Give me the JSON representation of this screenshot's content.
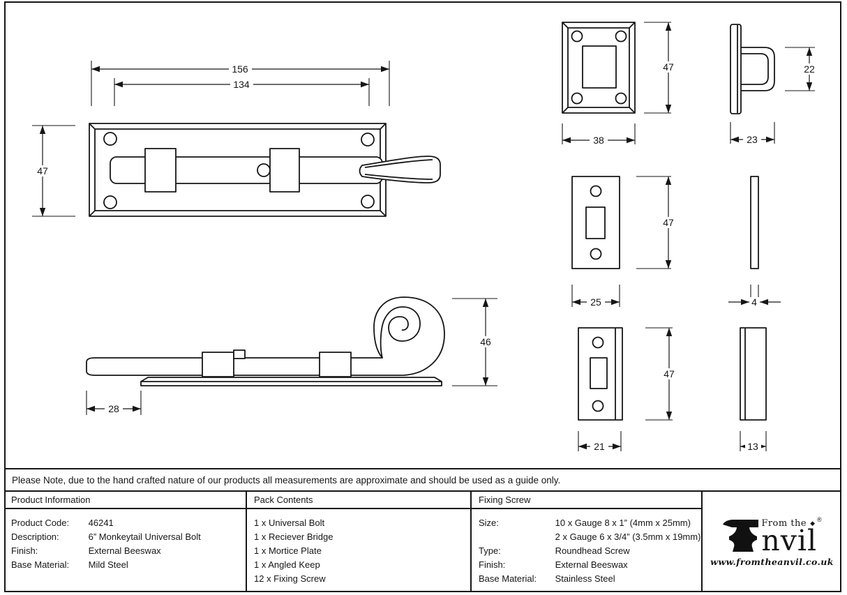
{
  "note": "Please Note, due to the hand crafted nature of our products all measurements are approximate and should be used as a guide only.",
  "table": {
    "product_information": {
      "header": "Product Information",
      "rows": [
        {
          "label": "Product Code:",
          "value": "46241"
        },
        {
          "label": "Description:",
          "value": "6” Monkeytail Universal Bolt"
        },
        {
          "label": "Finish:",
          "value": "External Beeswax"
        },
        {
          "label": "Base Material:",
          "value": "Mild Steel"
        }
      ]
    },
    "pack_contents": {
      "header": "Pack Contents",
      "items": [
        "1 x Universal Bolt",
        "1 x Reciever Bridge",
        "1 x Mortice Plate",
        "1 x Angled Keep",
        "12 x Fixing Screw"
      ]
    },
    "fixing_screw": {
      "header": "Fixing Screw",
      "rows": [
        {
          "label": "Size:",
          "value": "10 x Gauge 8 x 1” (4mm x 25mm)"
        },
        {
          "label": "",
          "value": "2 x Gauge 6 x 3/4” (3.5mm x 19mm)"
        },
        {
          "label": "Type:",
          "value": "Roundhead Screw"
        },
        {
          "label": "Finish:",
          "value": "External Beeswax"
        },
        {
          "label": "Base Material:",
          "value": "Stainless Steel"
        }
      ]
    }
  },
  "logo": {
    "from_the": "From the",
    "diamond": "◆",
    "registered": "®",
    "name_rest": "nvil",
    "url": "www.fromtheanvil.co.uk"
  },
  "drawing": {
    "dims": {
      "bolt_length": "156",
      "bolt_hole_spacing": "134",
      "bolt_plate_height": "47",
      "bridge_height": "47",
      "bridge_width": "38",
      "bridge_loop_height": "22",
      "bridge_depth": "23",
      "mortice_height": "47",
      "mortice_width": "25",
      "mortice_thickness": "4",
      "tail_curl_height": "46",
      "tail_overhang": "28",
      "keep_height": "47",
      "keep_width": "21",
      "keep_depth": "13"
    }
  }
}
